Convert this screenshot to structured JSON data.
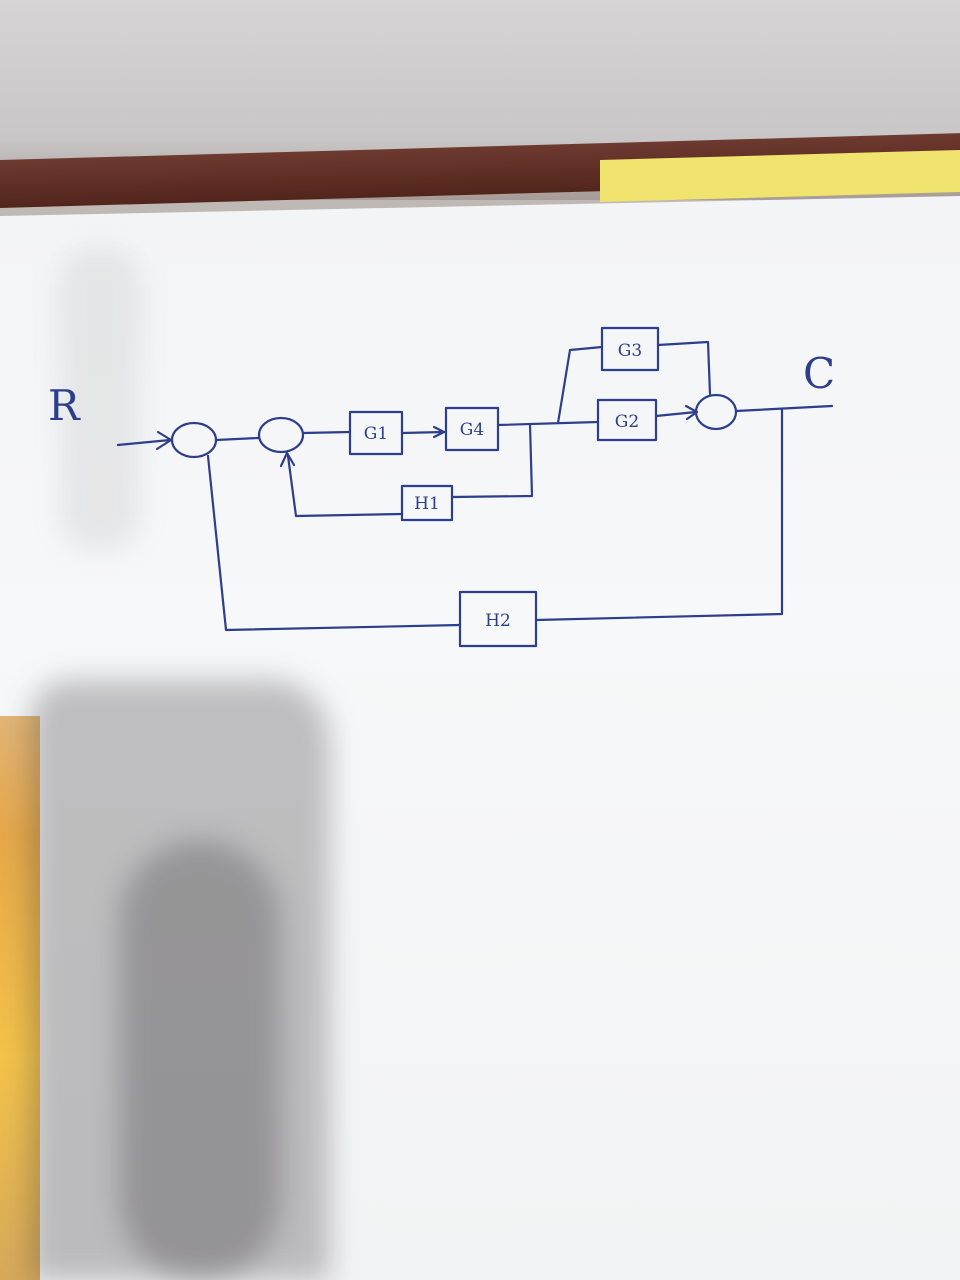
{
  "diagram": {
    "input_label": "R",
    "output_label": "C",
    "blocks": {
      "g1": "G1",
      "g4": "G4",
      "g2": "G2",
      "g3": "G3",
      "h1": "H1",
      "h2": "H2"
    }
  }
}
